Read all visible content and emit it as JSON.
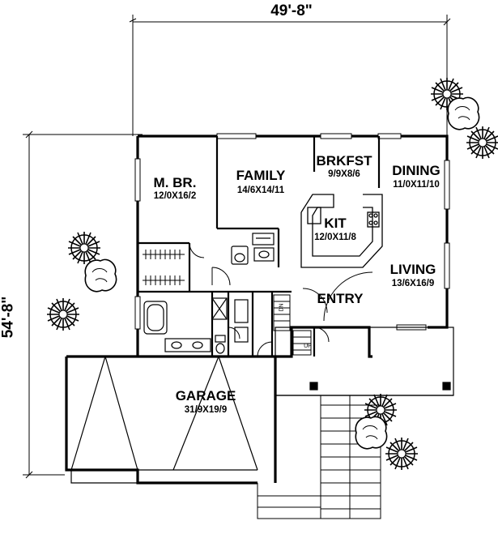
{
  "dimensions": {
    "width": "49'-8\"",
    "depth": "54'-8\""
  },
  "rooms": {
    "master_bedroom": {
      "name": "M. BR.",
      "size": "12/0X16/2"
    },
    "family": {
      "name": "FAMILY",
      "size": "14/6X14/11"
    },
    "breakfast": {
      "name": "BRKFST",
      "size": "9/9X8/6"
    },
    "dining": {
      "name": "DINING",
      "size": "11/0X11/10"
    },
    "kitchen": {
      "name": "KIT",
      "size": "12/0X11/8"
    },
    "living": {
      "name": "LIVING",
      "size": "13/6X16/9"
    },
    "entry": {
      "name": "ENTRY"
    },
    "garage": {
      "name": "GARAGE",
      "size": "31/9X19/9"
    }
  },
  "stair_labels": {
    "down": "DN",
    "up": "UP"
  },
  "colors": {
    "ink": "#000000",
    "paper": "#ffffff"
  }
}
